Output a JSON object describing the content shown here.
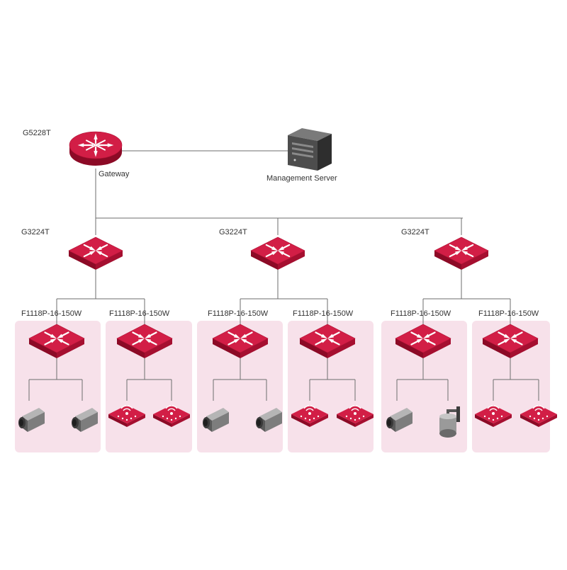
{
  "colors": {
    "device_red": "#c8143c",
    "device_dark": "#8c0a26",
    "device_top": "#d21e46",
    "group_bg": "#f7e1ea",
    "line": "#6e6e6e",
    "text": "#333333"
  },
  "gateway": {
    "model": "G5228T",
    "role": "Gateway",
    "icon": "router-icon"
  },
  "server": {
    "label": "Management Server",
    "icon": "server-tower-icon"
  },
  "aggregation_switches": [
    {
      "model": "G3224T",
      "icon": "switch-icon"
    },
    {
      "model": "G3224T",
      "icon": "switch-icon"
    },
    {
      "model": "G3224T",
      "icon": "switch-icon"
    }
  ],
  "access_switches": [
    {
      "model": "F1118P-16-150W",
      "endpoints": [
        "bullet-camera-icon",
        "bullet-camera-icon"
      ]
    },
    {
      "model": "F1118P-16-150W",
      "endpoints": [
        "wireless-ap-icon",
        "wireless-ap-icon"
      ]
    },
    {
      "model": "F1118P-16-150W",
      "endpoints": [
        "bullet-camera-icon",
        "bullet-camera-icon"
      ]
    },
    {
      "model": "F1118P-16-150W",
      "endpoints": [
        "wireless-ap-icon",
        "wireless-ap-icon"
      ]
    },
    {
      "model": "F1118P-16-150W",
      "endpoints": [
        "bullet-camera-icon",
        "dome-camera-icon"
      ]
    },
    {
      "model": "F1118P-16-150W",
      "endpoints": [
        "wireless-ap-icon",
        "wireless-ap-icon"
      ]
    }
  ]
}
